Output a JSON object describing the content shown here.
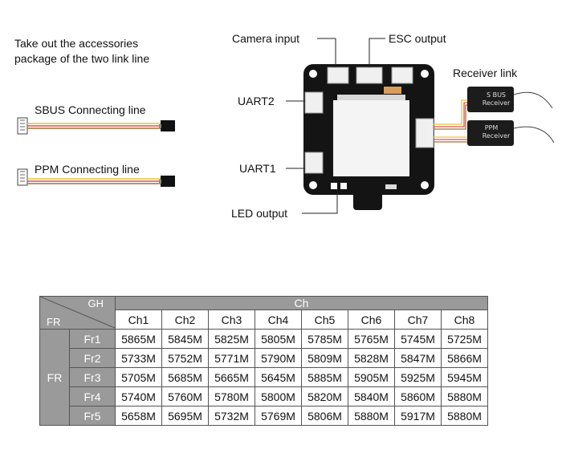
{
  "accessories_note": {
    "line1": "Take out the accessories",
    "line2": "package of the two link line"
  },
  "cables": [
    {
      "label": "SBUS Connecting line"
    },
    {
      "label": "PPM Connecting line"
    }
  ],
  "board_labels": {
    "camera_input": "Camera input",
    "esc_output": "ESC output",
    "uart2": "UART2",
    "uart1": "UART1",
    "led_output": "LED output",
    "receiver_link": "Receiver link"
  },
  "receivers": [
    {
      "line1": "S BUS",
      "line2": "Receiver"
    },
    {
      "line1": "PPM",
      "line2": "Receiver"
    }
  ],
  "colors": {
    "board": "#141414",
    "connector": "#f0f0f0",
    "header_gray": "#9a9a9a",
    "wire_yellow": "#e8c43a",
    "wire_red": "#d9534f",
    "wire_brown": "#a0703a"
  },
  "table": {
    "corner_top": "GH",
    "corner_bottom": "FR",
    "ch_header": "Ch",
    "row_group": "FR",
    "channels": [
      "Ch1",
      "Ch2",
      "Ch3",
      "Ch4",
      "Ch5",
      "Ch6",
      "Ch7",
      "Ch8"
    ],
    "rows": [
      {
        "name": "Fr1",
        "values": [
          "5865M",
          "5845M",
          "5825M",
          "5805M",
          "5785M",
          "5765M",
          "5745M",
          "5725M"
        ]
      },
      {
        "name": "Fr2",
        "values": [
          "5733M",
          "5752M",
          "5771M",
          "5790M",
          "5809M",
          "5828M",
          "5847M",
          "5866M"
        ]
      },
      {
        "name": "Fr3",
        "values": [
          "5705M",
          "5685M",
          "5665M",
          "5645M",
          "5885M",
          "5905M",
          "5925M",
          "5945M"
        ]
      },
      {
        "name": "Fr4",
        "values": [
          "5740M",
          "5760M",
          "5780M",
          "5800M",
          "5820M",
          "5840M",
          "5860M",
          "5880M"
        ]
      },
      {
        "name": "Fr5",
        "values": [
          "5658M",
          "5695M",
          "5732M",
          "5769M",
          "5806M",
          "5880M",
          "5917M",
          "5880M"
        ]
      }
    ]
  }
}
